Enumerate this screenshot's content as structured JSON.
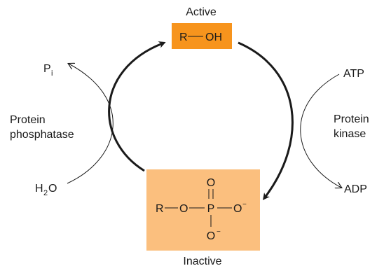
{
  "diagram": {
    "top_state_label": "Active",
    "bottom_state_label": "Inactive",
    "active_box": {
      "r": "R",
      "bond": "—",
      "oh": "OH",
      "fill_color": "#f7941d"
    },
    "inactive_box": {
      "r": "R",
      "o1": "O",
      "p": "P",
      "o2": "O",
      "o_top": "O",
      "o_bottom": "O",
      "charge": "−",
      "fill_color": "#fbbf7e"
    },
    "left_enzyme": {
      "line1": "Protein",
      "line2": "phosphatase"
    },
    "right_enzyme": {
      "line1": "Protein",
      "line2": "kinase"
    },
    "left_input": {
      "base": "H",
      "subscript": "2",
      "rest": "O"
    },
    "left_output": {
      "base": "P",
      "subscript": "i"
    },
    "right_input": "ATP",
    "right_output": "ADP"
  }
}
